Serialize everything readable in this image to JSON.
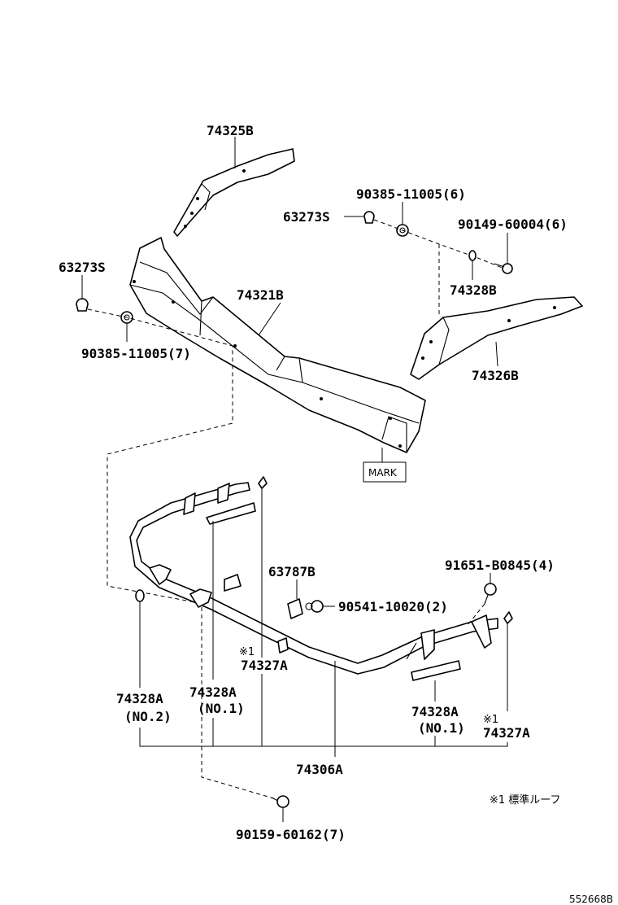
{
  "labels": {
    "p74325B": "74325B",
    "p63273S_top": "63273S",
    "p90385_6": "90385-11005(6)",
    "p90149": "90149-60004(6)",
    "p63273S_left": "63273S",
    "p74321B": "74321B",
    "p74328B": "74328B",
    "p90385_7": "90385-11005(7)",
    "p74326B": "74326B",
    "mark": "MARK",
    "p63787B": "63787B",
    "p91651": "91651-B0845(4)",
    "p90541": "90541-10020(2)",
    "note_mark_1": "※1",
    "p74327A_1": "74327A",
    "p74328A_no2": "74328A",
    "p74328A_no2_sub": "(NO.2)",
    "p74328A_no1_left": "74328A",
    "p74328A_no1_left_sub": "(NO.1)",
    "p74328A_no1_right": "74328A",
    "p74328A_no1_right_sub": "(NO.1)",
    "note_mark_2": "※1",
    "p74327A_2": "74327A",
    "p74306A": "74306A",
    "footnote": "※1 標準ルーフ",
    "p90159": "90159-60162(7)",
    "diagram_id": "552668B"
  }
}
